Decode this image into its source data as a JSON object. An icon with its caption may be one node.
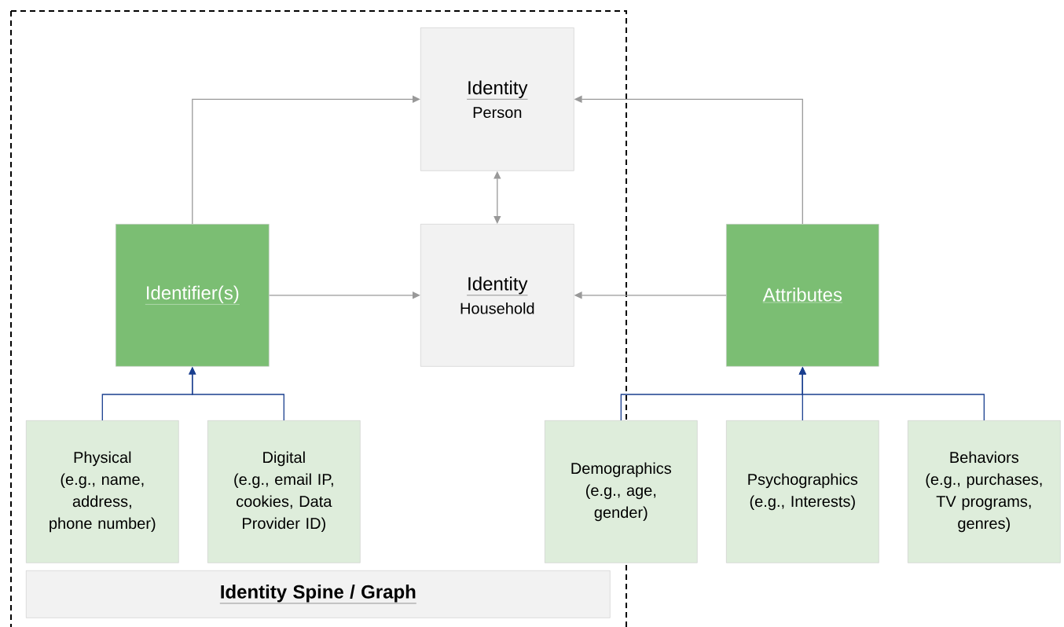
{
  "diagram": {
    "nodes": [
      {
        "text": [
          "Identity",
          "Person"
        ]
      },
      {
        "text": [
          "Identity",
          "Household"
        ]
      },
      {
        "text": [
          "Identifier(s)"
        ]
      },
      {
        "text": [
          "Attributes"
        ]
      },
      {
        "text": [
          "Physical",
          "(e.g., name, address, phone number)"
        ]
      },
      {
        "text": [
          "Digital",
          "(e.g., email IP, cookies, Data Provider ID)"
        ]
      },
      {
        "text": [
          "Demographics",
          "(e.g., age, gender)"
        ]
      },
      {
        "text": [
          "Psychographics",
          "(e.g., Interests)"
        ]
      },
      {
        "text": [
          "Behaviors",
          "(e.g., purchases, TV programs, genres)"
        ]
      },
      {
        "text": [
          "Identity Spine / Graph"
        ]
      }
    ],
    "edges": [
      {
        "from": 2,
        "to": 0,
        "arrow": "to",
        "color": "#999999"
      },
      {
        "from": 3,
        "to": 0,
        "arrow": "to",
        "color": "#999999"
      },
      {
        "from": 0,
        "to": 1,
        "arrow": "both",
        "color": "#999999"
      },
      {
        "from": 2,
        "to": 1,
        "arrow": "to",
        "color": "#999999"
      },
      {
        "from": 3,
        "to": 1,
        "arrow": "to",
        "color": "#999999"
      },
      {
        "from": 4,
        "to": 2,
        "arrow": "to",
        "color": "#1a3f8f"
      },
      {
        "from": 5,
        "to": 2,
        "arrow": "to",
        "color": "#1a3f8f"
      },
      {
        "from": 6,
        "to": 3,
        "arrow": "to",
        "color": "#1a3f8f"
      },
      {
        "from": 7,
        "to": 3,
        "arrow": "to",
        "color": "#1a3f8f"
      },
      {
        "from": 8,
        "to": 3,
        "arrow": "to",
        "color": "#1a3f8f"
      }
    ]
  }
}
